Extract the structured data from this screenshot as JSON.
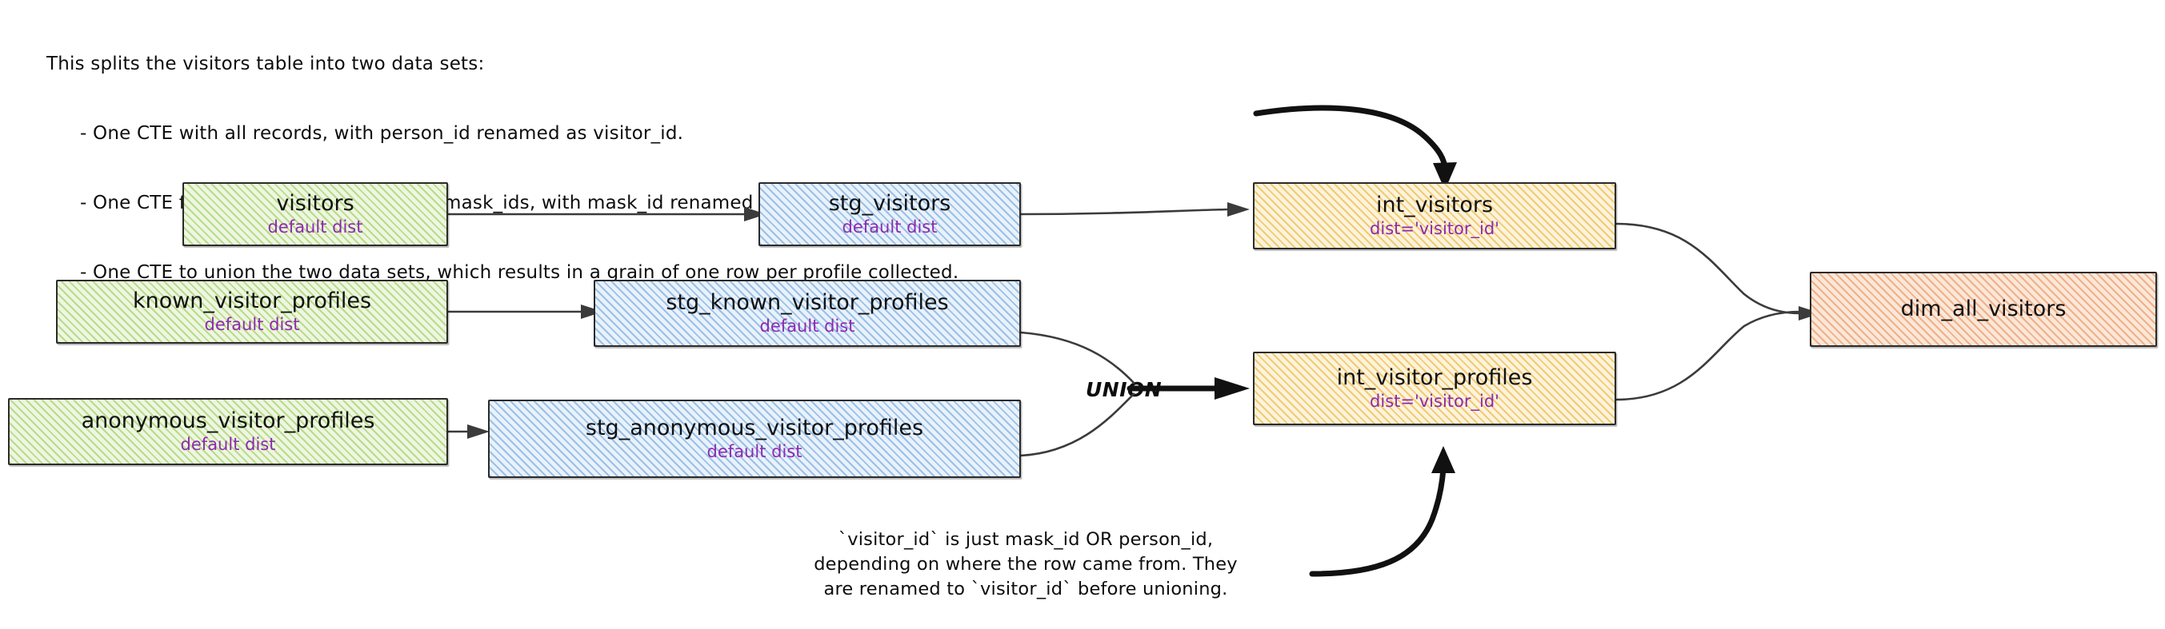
{
  "notes": {
    "top": [
      "This splits the visitors table into two data sets:",
      "- One CTE with all records, with person_id renamed as visitor_id.",
      "- One CTE filtered to only records with mask_ids, with mask_id renamed as visitor_id",
      "- One CTE to union the two data sets, which results in a grain of one row per profile collected."
    ],
    "bottom": [
      "`visitor_id` is just mask_id OR person_id,",
      "depending on where the row came from. They",
      "are renamed to `visitor_id` before unioning."
    ]
  },
  "labels": {
    "union": "UNION"
  },
  "colors": {
    "source": "#8cc63f",
    "staging": "#5a96d7",
    "intermediate": "#e8b232",
    "mart": "#e68246",
    "dist_text": "#8e2ab0",
    "edge": "#3b3b3b"
  },
  "nodes": {
    "visitors": {
      "title": "visitors",
      "sub": "default dist",
      "layer": "source"
    },
    "known_profiles": {
      "title": "known_visitor_profiles",
      "sub": "default dist",
      "layer": "source"
    },
    "anon_profiles": {
      "title": "anonymous_visitor_profiles",
      "sub": "default dist",
      "layer": "source"
    },
    "stg_visitors": {
      "title": "stg_visitors",
      "sub": "default dist",
      "layer": "staging"
    },
    "stg_known": {
      "title": "stg_known_visitor_profiles",
      "sub": "default dist",
      "layer": "staging"
    },
    "stg_anon": {
      "title": "stg_anonymous_visitor_profiles",
      "sub": "default dist",
      "layer": "staging"
    },
    "int_visitors": {
      "title": "int_visitors",
      "sub": "dist='visitor_id'",
      "layer": "intermediate"
    },
    "int_profiles": {
      "title": "int_visitor_profiles",
      "sub": "dist='visitor_id'",
      "layer": "intermediate"
    },
    "dim_all": {
      "title": "dim_all_visitors",
      "sub": "",
      "layer": "mart"
    }
  }
}
